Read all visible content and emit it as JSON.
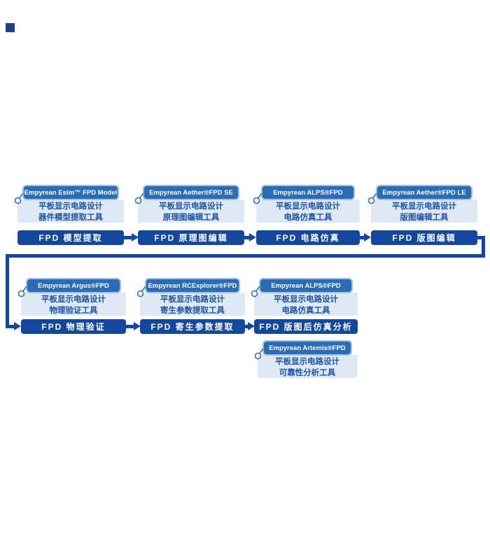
{
  "colors": {
    "navy": "#14489e",
    "badge_bg": "#2c6cb4",
    "badge_border": "#9fc0e3",
    "desc_bg": "#dfe8f5",
    "desc_text": "#1b54a5",
    "corner_square": "#1d4289"
  },
  "groups": [
    {
      "product": "Empyrean Esim™ FPD Model",
      "desc1": "平板显示电路设计",
      "desc2": "器件模型提取工具",
      "bar": "FPD 模型提取"
    },
    {
      "product": "Empyrean Aether®FPD SE",
      "desc1": "平板显示电路设计",
      "desc2": "原理图编辑工具",
      "bar": "FPD 原理图编辑"
    },
    {
      "product": "Empyrean ALPS®FPD",
      "desc1": "平板显示电路设计",
      "desc2": "电路仿真工具",
      "bar": "FPD 电路仿真"
    },
    {
      "product": "Empyrean Aether®FPD LE",
      "desc1": "平板显示电路设计",
      "desc2": "版图编辑工具",
      "bar": "FPD 版图编辑"
    },
    {
      "product": "Empyrean Argus®FPD",
      "desc1": "平板显示电路设计",
      "desc2": "物理验证工具",
      "bar": "FPD 物理验证"
    },
    {
      "product": "Empyrean RCExplorer®FPD",
      "desc1": "平板显示电路设计",
      "desc2": "寄生参数提取工具",
      "bar": "FPD 寄生参数提取"
    },
    {
      "product": "Empyrean ALPS®FPD",
      "desc1": "平板显示电路设计",
      "desc2": "电路仿真工具",
      "bar": "FPD 版图后仿真分析"
    },
    {
      "product": "Empyrean Artemis®FPD",
      "desc1": "平板显示电路设计",
      "desc2": "可靠性分析工具",
      "bar": ""
    }
  ]
}
